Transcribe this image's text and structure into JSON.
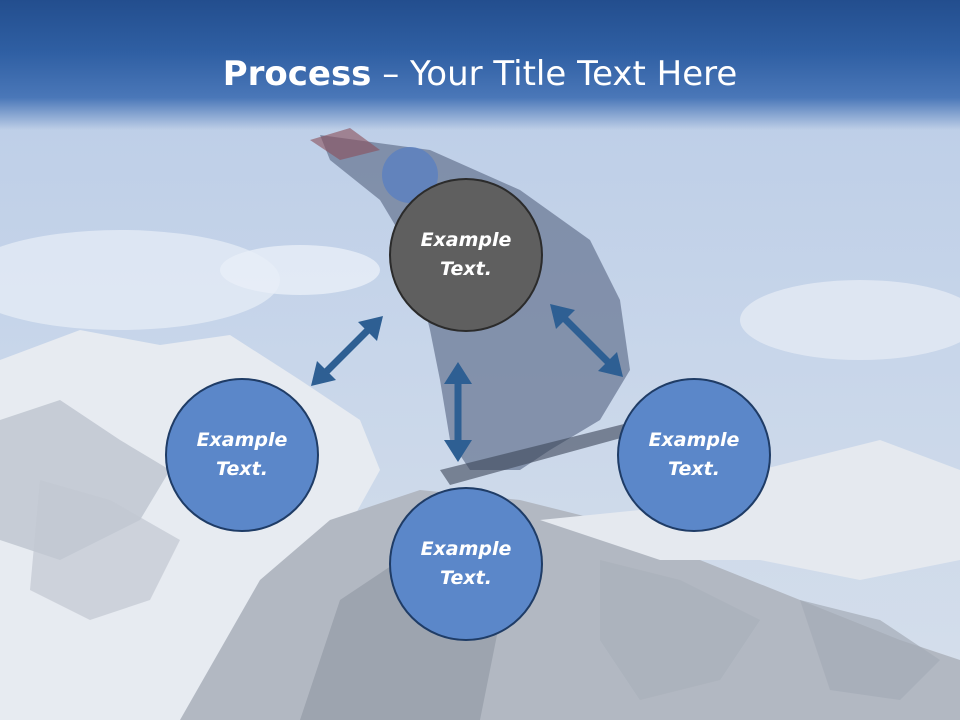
{
  "title": {
    "bold": "Process",
    "rest": " – Your Title Text Here"
  },
  "nodes": [
    {
      "label": "Example\nText.",
      "color": "#5f5f5f"
    },
    {
      "label": "Example\nText.",
      "color": "#5b87c9"
    },
    {
      "label": "Example\nText.",
      "color": "#5b87c9"
    },
    {
      "label": "Example\nText.",
      "color": "#5b87c9"
    }
  ],
  "colors": {
    "accent": "#2f5fa3",
    "arrow": "#2e5f93",
    "node_blue": "#5b87c9",
    "node_gray": "#5f5f5f"
  }
}
